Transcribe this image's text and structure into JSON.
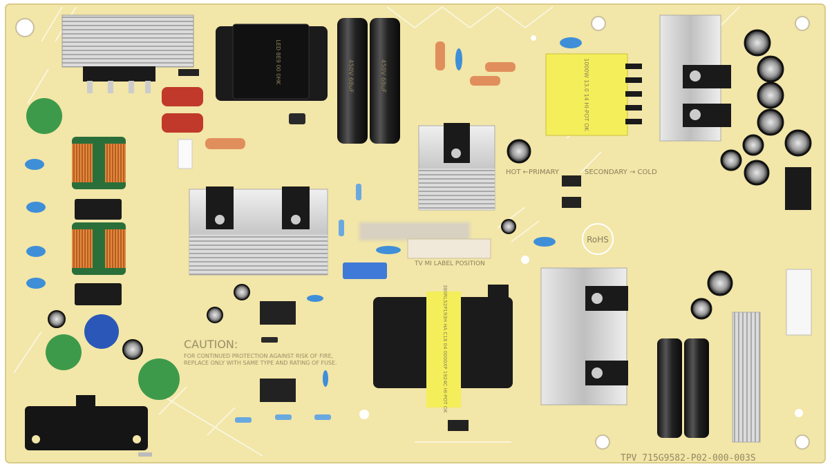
{
  "board": {
    "pcb_color": "#f2e6a8",
    "part_number": "TPV 715G9582-P02-000-003S",
    "caution_title": "CAUTION:",
    "caution_line1": "FOR CONTINUED PROTECTION AGAINST RISK OF FIRE,",
    "caution_line2": "REPLACE ONLY WITH SAME TYPE AND RATING OF FUSE.",
    "hot_primary": "HOT ←PRIMARY",
    "secondary_cold": "SECONDARY → COLD",
    "rohs": "RoHS",
    "label_position": "TV MI LABEL POSITION"
  },
  "components": {
    "cap_left_text": "450V 68uF",
    "cap_right_text": "450V 68uF",
    "transformer_top_text": "LED 8E9 00 0HK",
    "transformer_yellow_top": "1000W 13.0 14 HI-POT OK",
    "transformer_bottom_yellow": "380RL52P193H HA C18 04 0000XP 1924C HI-POT OK"
  },
  "colors": {
    "solder_mask": "#f2e6a8",
    "heatsink": "#d9d9d9",
    "capacitor": "#1b1b1b",
    "transformer_yellow": "#f4ee5a",
    "varistor_green": "#3d9a4a",
    "ceramic_blue": "#3f8fd8",
    "inductor_copper": "#c0682a"
  }
}
